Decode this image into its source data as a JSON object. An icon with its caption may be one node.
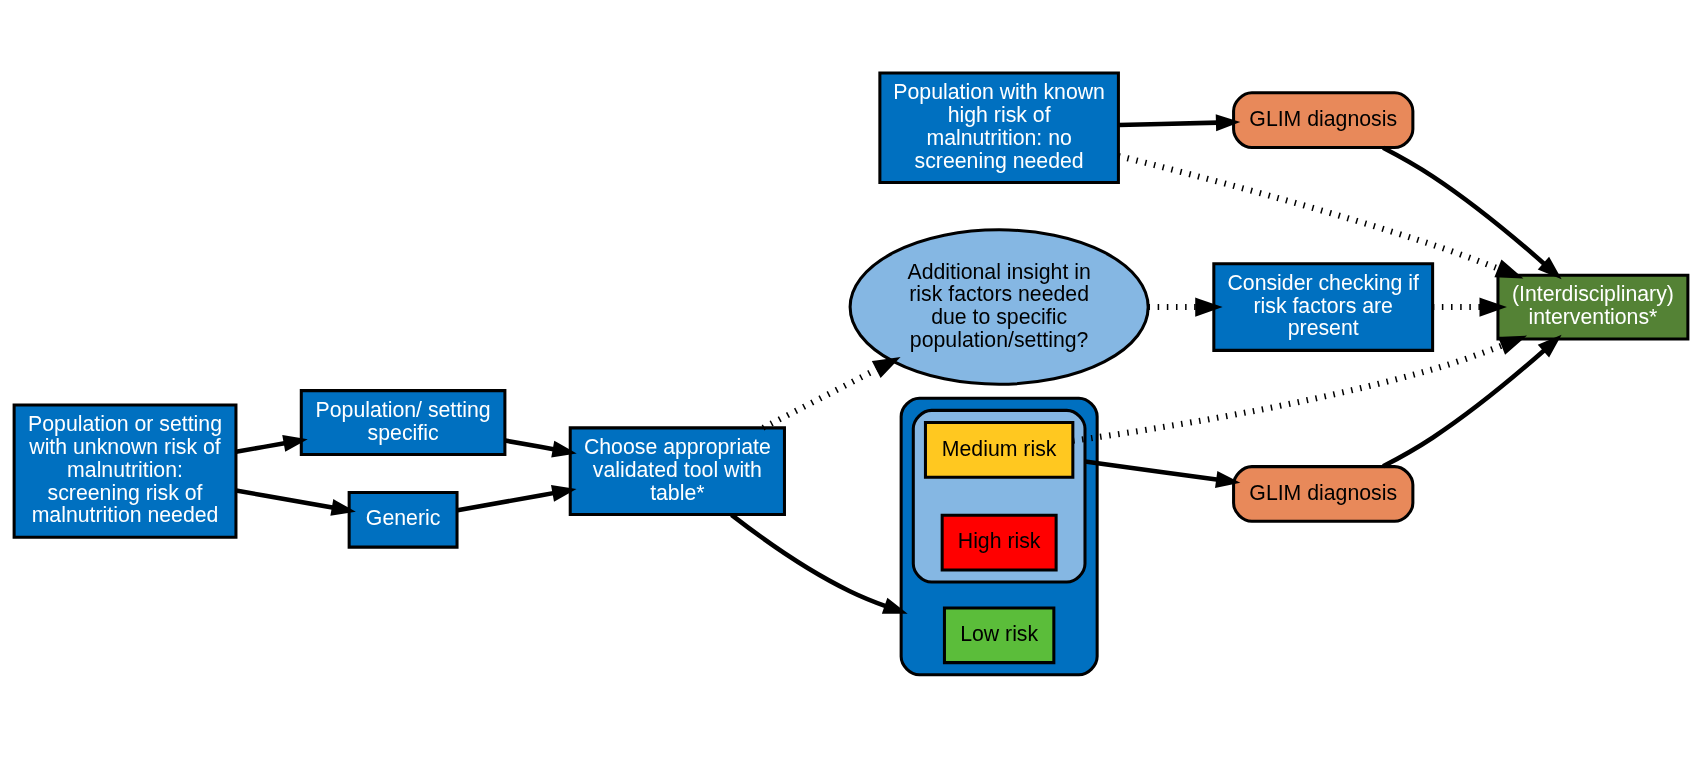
{
  "diagram": {
    "nodes": [
      {
        "text": [
          "Population with known high risk of malnutrition: no screening needed"
        ]
      },
      {
        "text": [
          "GLIM diagnosis"
        ]
      },
      {
        "text": [
          "Additional insight in risk factors needed due to specific population/setting?"
        ]
      },
      {
        "text": [
          "Consider checking if risk factors are present"
        ]
      },
      {
        "text": [
          "(Interdisciplinary) interventions*"
        ]
      },
      {
        "text": [
          "Population or setting with unknown risk of malnutrition: screening risk of malnutrition needed"
        ]
      },
      {
        "text": [
          "Population/ setting specific"
        ]
      },
      {
        "text": [
          "Generic"
        ]
      },
      {
        "text": [
          "Choose appropriate validated tool with table*"
        ]
      },
      {
        "text": [],
        "shape": "box"
      },
      {
        "text": [
          "Low risk"
        ],
        "in": 9
      },
      {
        "text": [],
        "shape": "box",
        "in": 9
      },
      {
        "text": [
          "Medium risk"
        ],
        "in": 11
      },
      {
        "text": [
          "High risk"
        ],
        "in": 11
      },
      {
        "text": [
          "GLIM diagnosis"
        ]
      }
    ],
    "edges": [
      {
        "from": 0,
        "to": 1,
        "arrow": "to"
      },
      {
        "from": 0,
        "to": 4,
        "arrow": "to",
        "style": "dashed"
      },
      {
        "from": 1,
        "to": 4,
        "arrow": "to"
      },
      {
        "from": 2,
        "to": 3,
        "arrow": "to",
        "style": "dashed"
      },
      {
        "from": 3,
        "to": 4,
        "arrow": "to",
        "style": "dashed"
      },
      {
        "from": 5,
        "to": 6,
        "arrow": "to"
      },
      {
        "from": 5,
        "to": 7,
        "arrow": "to"
      },
      {
        "from": 6,
        "to": 8,
        "arrow": "to"
      },
      {
        "from": 7,
        "to": 8,
        "arrow": "to"
      },
      {
        "from": 8,
        "to": 2,
        "arrow": "to",
        "style": "dashed"
      },
      {
        "from": 8,
        "to": 9,
        "arrow": "to"
      },
      {
        "from": 12,
        "to": 4,
        "arrow": "to",
        "style": "dashed"
      },
      {
        "from": 11,
        "to": 14,
        "arrow": "to"
      },
      {
        "from": 14,
        "to": 4,
        "arrow": "to"
      }
    ]
  }
}
